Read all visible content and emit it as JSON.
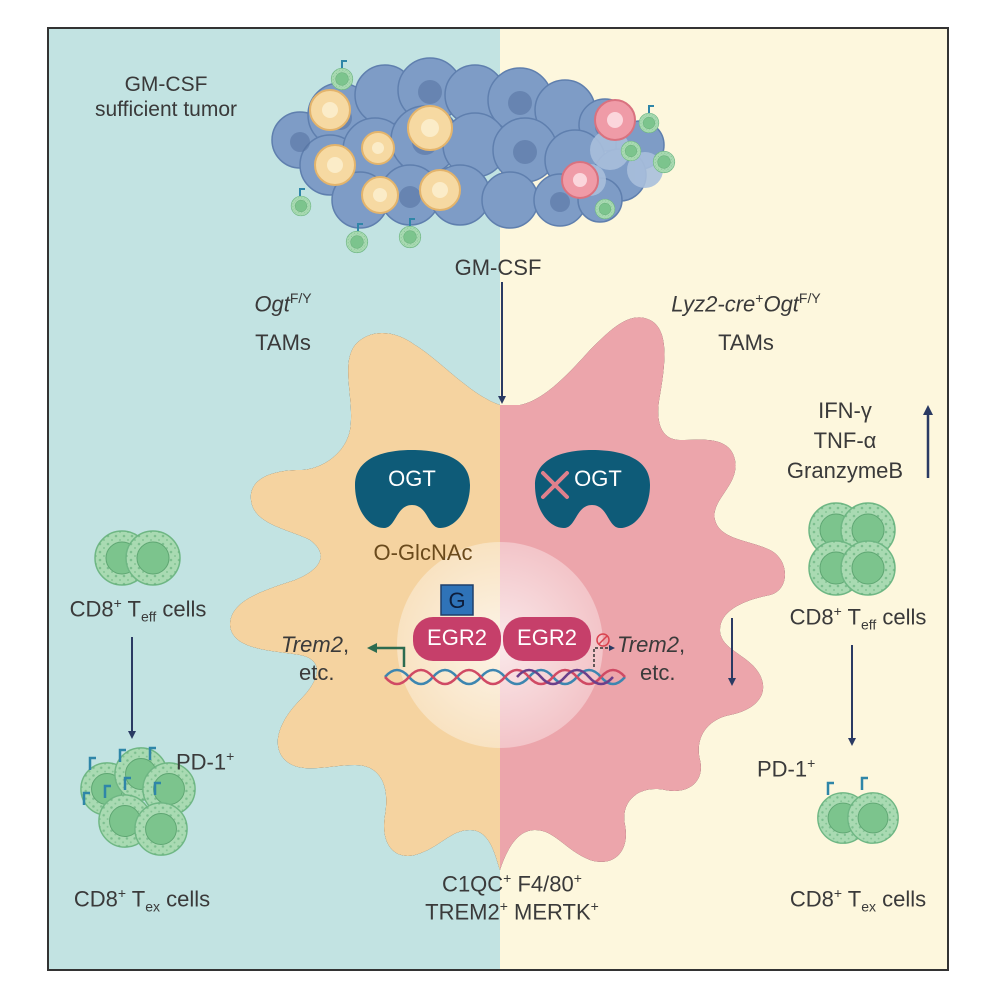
{
  "colors": {
    "left_bg": "#c2e3e2",
    "right_bg": "#fdf7dd",
    "tam_normal": "#f5d3a0",
    "tam_knockout": "#eca5ab",
    "ogt": "#0e5b78",
    "egr2": "#c63f6a",
    "glcnac_tag": "#2f73b8",
    "t_cell": "#8fcf9c",
    "arrow": "#2a3a63"
  },
  "tumor": {
    "label_line1": "GM-CSF",
    "label_line2": "sufficient tumor"
  },
  "cytokine": {
    "label": "GM-CSF"
  },
  "left_group": {
    "genotype": "Ogt",
    "superscript": "F/Y",
    "cell_type": "TAMs"
  },
  "right_group": {
    "genotype": "Lyz2-cre",
    "cre_sup": "+",
    "gene": "Ogt",
    "superscript": "F/Y",
    "cell_type": "TAMs"
  },
  "ogt_left": "OGT",
  "ogt_right": "OGT",
  "glcnac_label": "O-GlcNAc",
  "g_tag": "G",
  "egr2_left": "EGR2",
  "egr2_right": "EGR2",
  "target_left": {
    "gene": "Trem2",
    "suffix": ",",
    "etc": "etc."
  },
  "target_right": {
    "gene": "Trem2",
    "suffix": ",",
    "etc": "etc."
  },
  "markers": {
    "c1qc": "C1QC",
    "c1qc_sup": "+",
    "f480": "F4/80",
    "f480_sup": "+",
    "trem2": "TREM2",
    "trem2_sup": "+",
    "mertk": "MERTK",
    "mertk_sup": "+"
  },
  "cytokines_up": [
    "IFN-γ",
    "TNF-α",
    "GranzymeB"
  ],
  "left_teff": {
    "prefix": "CD8",
    "sup": "+",
    "t": " T",
    "sub": "eff",
    "suffix": " cells"
  },
  "left_pd1": {
    "label": "PD-1",
    "sup": "+"
  },
  "left_tex": {
    "prefix": "CD8",
    "sup": "+",
    "t": " T",
    "sub": "ex",
    "suffix": " cells"
  },
  "right_teff": {
    "prefix": "CD8",
    "sup": "+",
    "t": " T",
    "sub": "eff",
    "suffix": " cells"
  },
  "right_pd1": {
    "label": "PD-1",
    "sup": "+"
  },
  "right_tex": {
    "prefix": "CD8",
    "sup": "+",
    "t": " T",
    "sub": "ex",
    "suffix": " cells"
  }
}
